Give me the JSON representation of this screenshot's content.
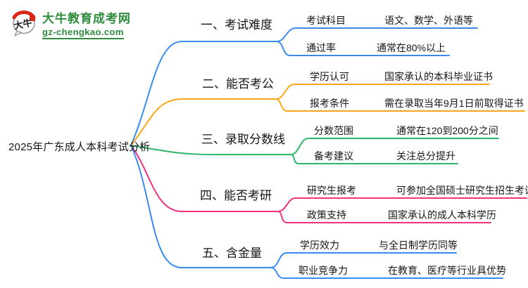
{
  "logo": {
    "icon_chars": "大牛",
    "site_name": "大牛教育成考网",
    "site_url": "gz-chengkao.com",
    "brand_green": "#2e8c3c",
    "seal_red": "#d9281a"
  },
  "central_topic": "2025年广东成人本科考试分析",
  "colors": {
    "blue": "#3a8bf0",
    "orange": "#faa619",
    "green": "#2eb567",
    "pink": "#f1327f"
  },
  "branches": [
    {
      "label": "一、考试难度",
      "color": "#3a8bf0",
      "children": [
        {
          "label": "考试科目",
          "value": "语文、数学、外语等"
        },
        {
          "label": "通过率",
          "value": "通常在80%以上"
        }
      ]
    },
    {
      "label": "二、能否考公",
      "color": "#faa619",
      "children": [
        {
          "label": "学历认可",
          "value": "国家承认的本科毕业证书"
        },
        {
          "label": "报考条件",
          "value": "需在录取当年9月1日前取得证书"
        }
      ]
    },
    {
      "label": "三、录取分数线",
      "color": "#2eb567",
      "children": [
        {
          "label": "分数范围",
          "value": "通常在120到200分之间"
        },
        {
          "label": "备考建议",
          "value": "关注总分提升"
        }
      ]
    },
    {
      "label": "四、能否考研",
      "color": "#f1327f",
      "children": [
        {
          "label": "研究生报考",
          "value": "可参加全国硕士研究生招生考试"
        },
        {
          "label": "政策支持",
          "value": "国家承认的成人本科学历"
        }
      ]
    },
    {
      "label": "五、含金量",
      "color": "#3a8bf0",
      "children": [
        {
          "label": "学历效力",
          "value": "与全日制学历同等"
        },
        {
          "label": "职业竞争力",
          "value": "在教育、医疗等行业具优势"
        }
      ]
    }
  ]
}
